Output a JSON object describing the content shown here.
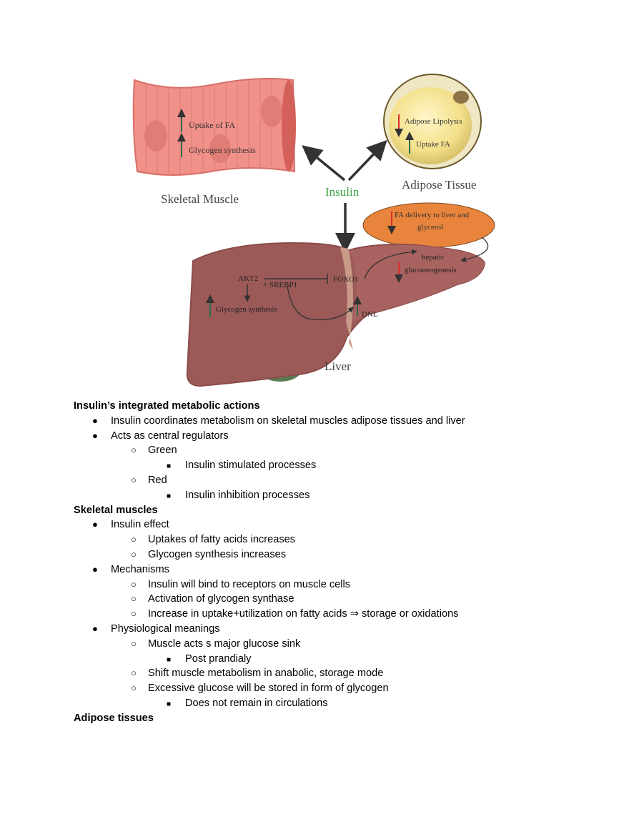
{
  "figure": {
    "hormone": "Insulin",
    "muscle": {
      "title": "Skeletal Muscle",
      "effects": [
        "Uptake of FA",
        "Glycogen synthesis"
      ]
    },
    "adipose": {
      "title": "Adipose Tissue",
      "effects": [
        "Adipose Lipolysis",
        "Uptake FA"
      ]
    },
    "fa_delivery": [
      "FA delivery to liver and",
      "glycerol"
    ],
    "liver": {
      "title": "Liver",
      "akt2": "AKT2",
      "srebp1": "+ SREBP1",
      "foxo1": "FOXO1",
      "gluconeo": [
        "hepatic",
        "gluconeogenesis"
      ],
      "glycogen": "Glycogen synthesis",
      "dnl": "DNL"
    },
    "colors": {
      "stimulated": "#2e6b4f",
      "inhibited": "#d93030",
      "insulin_text": "#3fa447",
      "arrow": "#333333"
    }
  },
  "notes": [
    {
      "level": 0,
      "text": "Insulin’s integrated metabolic actions"
    },
    {
      "level": 1,
      "text": "Insulin coordinates metabolism on skeletal muscles adipose tissues and liver"
    },
    {
      "level": 1,
      "text": "Acts as central regulators"
    },
    {
      "level": 2,
      "text": "Green"
    },
    {
      "level": 3,
      "text": "Insulin stimulated processes"
    },
    {
      "level": 2,
      "text": "Red"
    },
    {
      "level": 3,
      "text": "Insulin inhibition processes"
    },
    {
      "level": 0,
      "text": "Skeletal muscles"
    },
    {
      "level": 1,
      "text": "Insulin effect"
    },
    {
      "level": 2,
      "text": "Uptakes of fatty acids increases"
    },
    {
      "level": 2,
      "text": "Glycogen synthesis increases"
    },
    {
      "level": 1,
      "text": "Mechanisms"
    },
    {
      "level": 2,
      "text": "Insulin will bind to receptors on muscle cells"
    },
    {
      "level": 2,
      "text": "Activation of glycogen synthase"
    },
    {
      "level": 2,
      "text": "Increase in uptake+utilization on fatty acids ⇒ storage or oxidations"
    },
    {
      "level": 1,
      "text": "Physiological meanings"
    },
    {
      "level": 2,
      "text": "Muscle acts s major glucose sink"
    },
    {
      "level": 3,
      "text": "Post prandialy"
    },
    {
      "level": 2,
      "text": "Shift muscle metabolism in anabolic, storage mode"
    },
    {
      "level": 2,
      "text": "Excessive glucose will be stored in form of glycogen"
    },
    {
      "level": 3,
      "text": "Does not remain in circulations"
    },
    {
      "level": 0,
      "text": "Adipose tissues"
    }
  ],
  "bullets": {
    "1": "●",
    "2": "○",
    "3": "■"
  }
}
